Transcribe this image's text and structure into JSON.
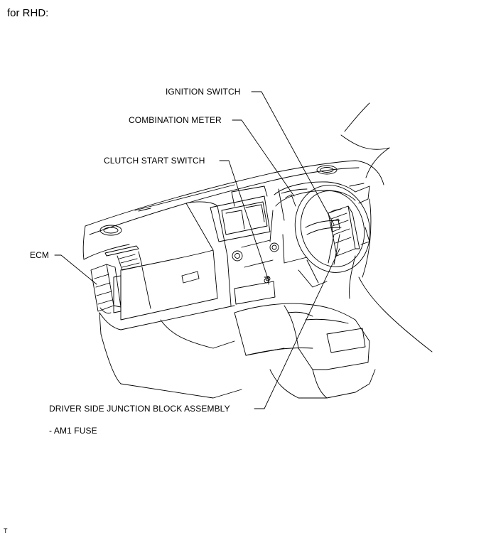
{
  "heading": "for RHD:",
  "labels": {
    "ignition_switch": "IGNITION SWITCH",
    "combination_meter": "COMBINATION METER",
    "clutch_start_switch": "CLUTCH START SWITCH",
    "ecm": "ECM",
    "junction_block": "DRIVER SIDE JUNCTION BLOCK ASSEMBLY",
    "am1_fuse": "- AM1 FUSE"
  },
  "corner_mark": "T",
  "colors": {
    "line": "#000000",
    "background": "#ffffff"
  }
}
